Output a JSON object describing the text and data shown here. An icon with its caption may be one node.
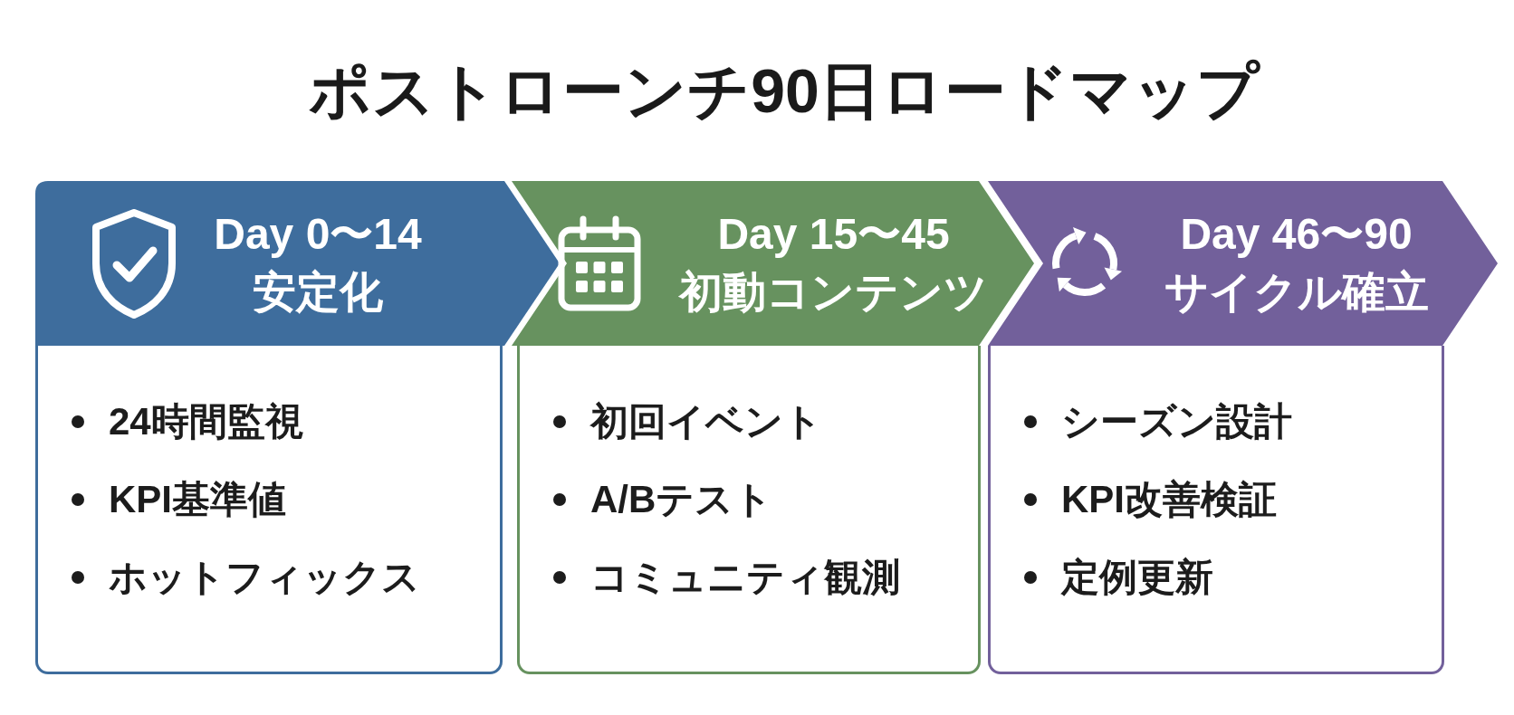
{
  "diagram": {
    "title": "ポストローンチ90日ロードマップ",
    "nodes": [
      {
        "text": [
          "Day 0〜14",
          "安定化"
        ]
      },
      {
        "text": [
          "24時間監視",
          "KPI基準値",
          "ホットフィックス"
        ]
      },
      {
        "text": [
          "Day 15〜45",
          "初動コンテンツ"
        ]
      },
      {
        "text": [
          "初回イベント",
          "A/Bテスト",
          "コミュニティ観測"
        ]
      },
      {
        "text": [
          "Day 46〜90",
          "サイクル確立"
        ]
      },
      {
        "text": [
          "シーズン設計",
          "KPI改善検証",
          "定例更新"
        ]
      }
    ]
  }
}
